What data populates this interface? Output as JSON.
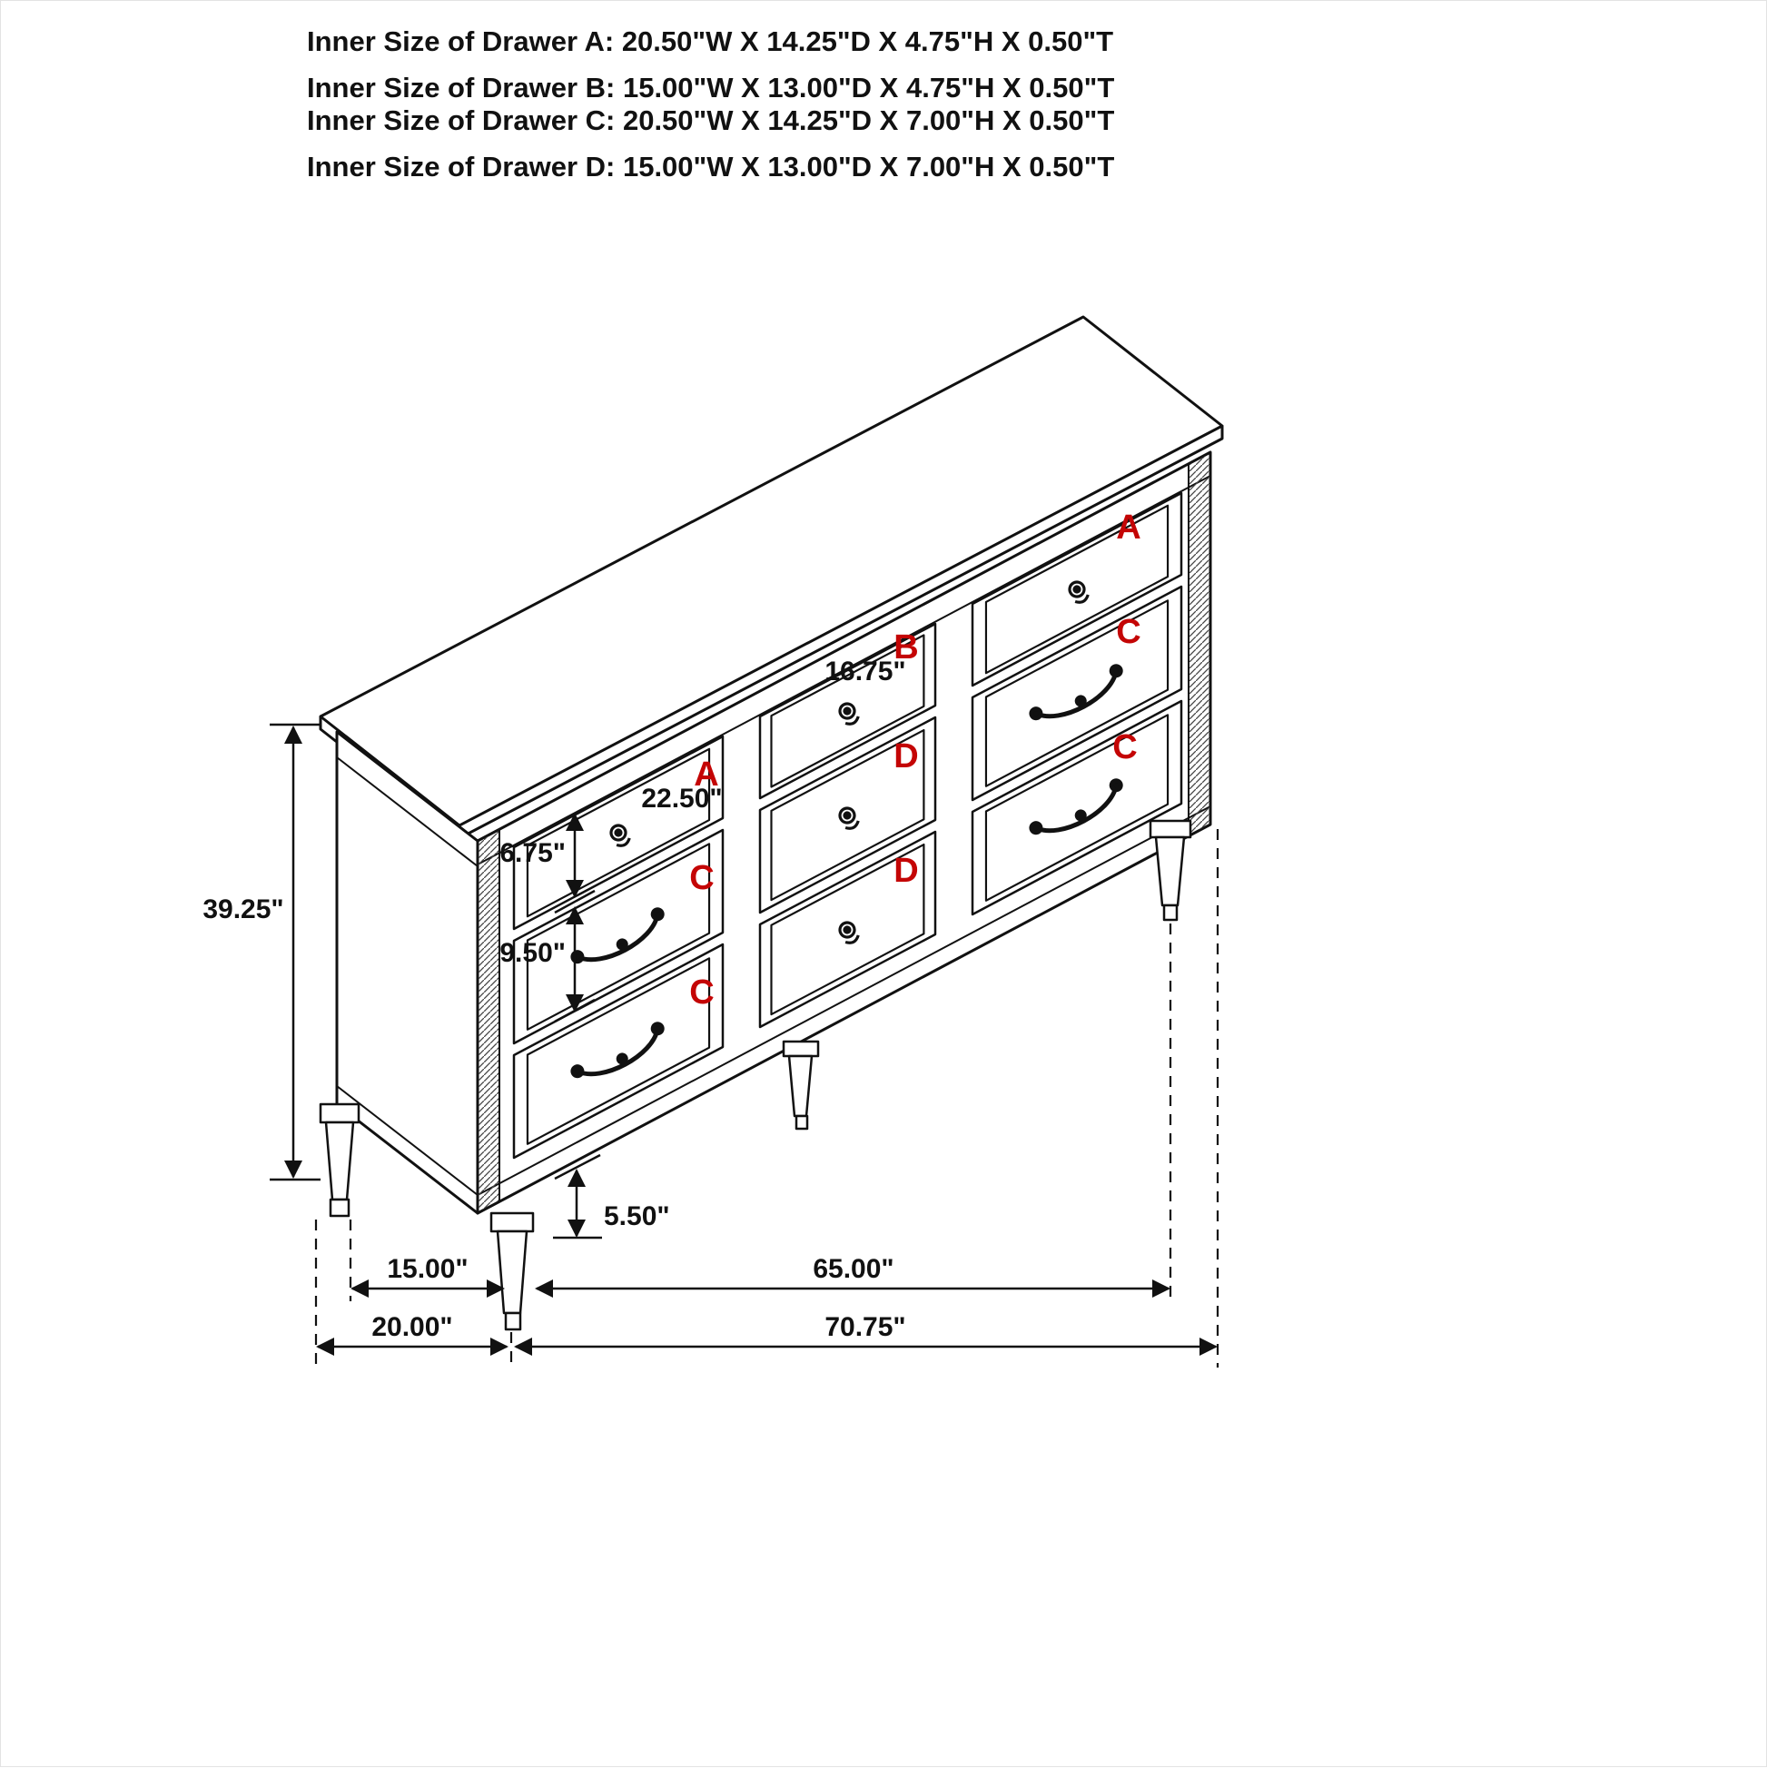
{
  "specs": {
    "lines": [
      "Inner Size of Drawer A: 20.50\"W X 14.25\"D X 4.75\"H X 0.50\"T",
      "Inner Size of Drawer B: 15.00\"W X 13.00\"D X 4.75\"H X 0.50\"T",
      "Inner Size of Drawer C: 20.50\"W X 14.25\"D X 7.00\"H X 0.50\"T",
      "Inner Size of Drawer D: 15.00\"W X 13.00\"D X 7.00\"H X 0.50\"T"
    ]
  },
  "drawer_labels": {
    "left_column": [
      "A",
      "C",
      "C"
    ],
    "middle_column": [
      "B",
      "D",
      "D"
    ],
    "right_column": [
      "A",
      "C",
      "C"
    ]
  },
  "dimensions": {
    "overall_height": "39.25\"",
    "drawer_a_opening_width": "22.50\"",
    "drawer_b_opening_width": "16.75\"",
    "upper_drawer_front_height": "6.75\"",
    "lower_drawer_front_height": "9.50\"",
    "leg_height": "5.50\"",
    "leg_span_depth": "15.00\"",
    "leg_span_width": "65.00\"",
    "overall_depth": "20.00\"",
    "overall_width": "70.75\""
  },
  "colors": {
    "label_red": "#c40505",
    "line_black": "#111111"
  }
}
